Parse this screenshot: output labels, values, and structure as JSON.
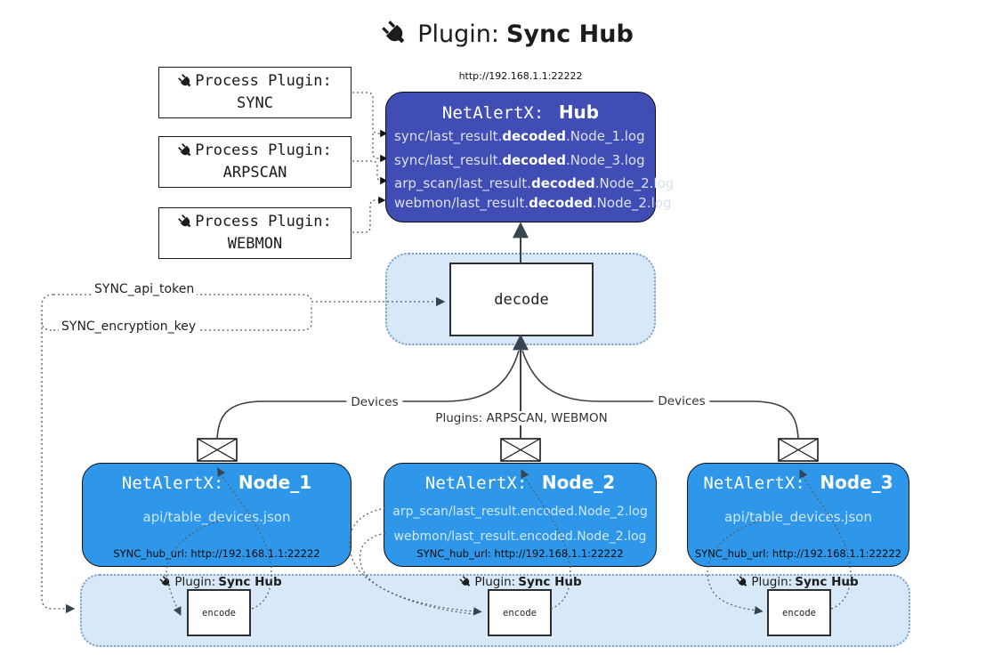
{
  "title": {
    "prefix": "Plugin:",
    "name": "Sync Hub"
  },
  "hub": {
    "url": "http://192.168.1.1:22222",
    "title_prefix": "NetAlertX:",
    "title_name": "Hub",
    "files": [
      {
        "pre": "sync/last_result.",
        "mid": "decoded",
        "post": ".Node_1.log"
      },
      {
        "pre": "sync/last_result.",
        "mid": "decoded",
        "post": ".Node_3.log"
      },
      {
        "pre": "arp_scan/last_result.",
        "mid": "decoded",
        "post": ".Node_2.log"
      },
      {
        "pre": "webmon/last_result.",
        "mid": "decoded",
        "post": ".Node_2.log"
      }
    ]
  },
  "process_plugins": [
    {
      "label": "Process Plugin:",
      "name": "SYNC"
    },
    {
      "label": "Process Plugin:",
      "name": "ARPSCAN"
    },
    {
      "label": "Process Plugin:",
      "name": "WEBMON"
    }
  ],
  "decode_label": "decode",
  "settings": {
    "api_token": "SYNC_api_token",
    "encryption_key": "SYNC_encryption_key"
  },
  "edge_labels": {
    "devices_left": "Devices",
    "devices_right": "Devices",
    "plugins_mid": "Plugins: ARPSCAN, WEBMON"
  },
  "nodes": [
    {
      "title_prefix": "NetAlertX:",
      "title_name": "Node_1",
      "files": [
        "api/table_devices.json"
      ],
      "hub_url": "SYNC_hub_url: http://192.168.1.1:22222"
    },
    {
      "title_prefix": "NetAlertX:",
      "title_name": "Node_2",
      "files": [
        "arp_scan/last_result.encoded.Node_2.log",
        "webmon/last_result.encoded.Node_2.log"
      ],
      "hub_url": "SYNC_hub_url: http://192.168.1.1:22222"
    },
    {
      "title_prefix": "NetAlertX:",
      "title_name": "Node_3",
      "files": [
        "api/table_devices.json"
      ],
      "hub_url": "SYNC_hub_url: http://192.168.1.1:22222"
    }
  ],
  "encoders": [
    {
      "plugin_prefix": "Plugin:",
      "plugin_name": "Sync Hub",
      "label": "encode"
    },
    {
      "plugin_prefix": "Plugin:",
      "plugin_name": "Sync Hub",
      "label": "encode"
    },
    {
      "plugin_prefix": "Plugin:",
      "plugin_name": "Sync Hub",
      "label": "encode"
    }
  ],
  "colors": {
    "hub_fill": "#3f4db4",
    "node_fill": "#2e97ea",
    "container_fill": "#d7e8f9",
    "arrow_dark": "#36454f"
  }
}
